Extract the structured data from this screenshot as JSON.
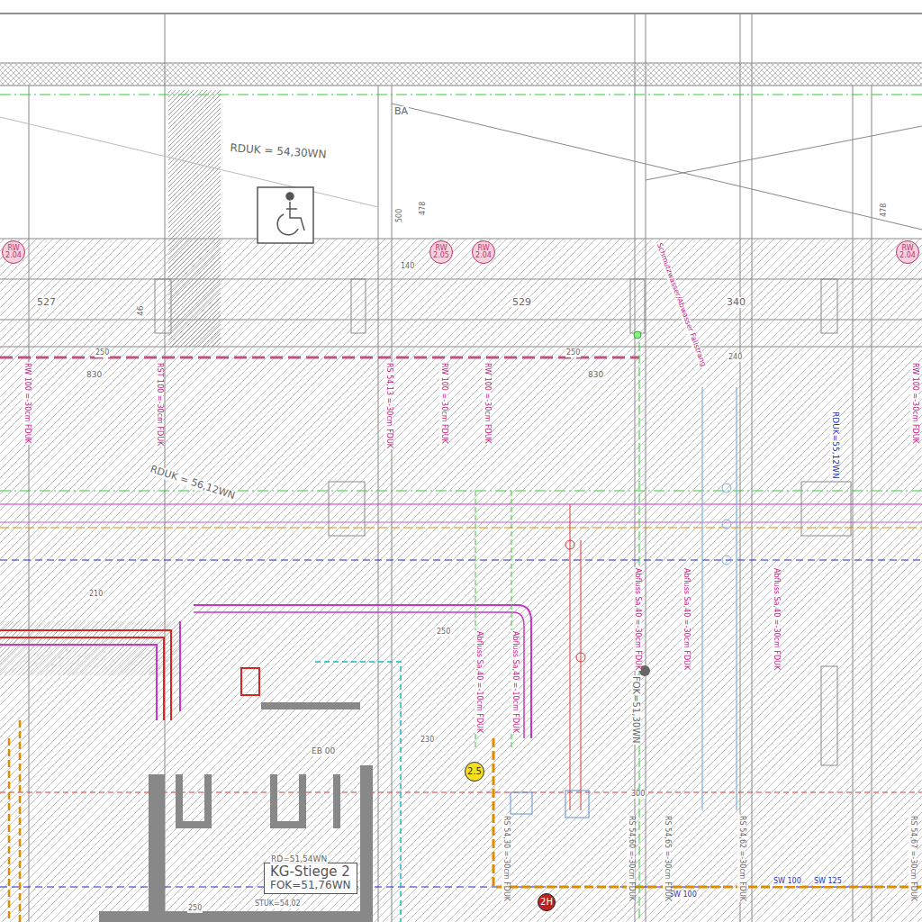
{
  "diagram": {
    "nodes": [
      {
        "text": [
          "RW 2.04"
        ]
      },
      {
        "text": [
          "RW 2.05"
        ]
      },
      {
        "text": [
          "RW 2.04"
        ]
      },
      {
        "text": [
          "RW 2.04"
        ]
      },
      {
        "text": [
          "2.5"
        ]
      },
      {
        "text": [
          "2H"
        ]
      },
      {
        "text": [
          "KG-Stiege 2",
          "FOK=51,76WN"
        ]
      }
    ],
    "labels": [
      "RDUK = 54,30WN",
      "RDUK = 56,12WN",
      "BA",
      "527",
      "529",
      "340",
      "46",
      "830",
      "830",
      "250",
      "250",
      "478",
      "500",
      "478",
      "210",
      "250",
      "RW 100 =-30cm FDUK",
      "RST 100 =-30cm FDUK",
      "RS 54,13 =-30cm FDUK",
      "RW 100 =-30cm FDUK",
      "RW 100 =-30cm FDUK",
      "RW 100 =-30cm FDUK",
      "SW 100",
      "SW 100",
      "SW 125",
      "RD=51,54WN",
      "STUK=54,02",
      "Abfluss Sa,40 =-10cm FDUK",
      "Abfluss Sa,40 =-10cm FDUK",
      "Abfluss Sa,40 =-30cm FDUK",
      "Abfluss Sa,40 =-30cm FDUK",
      "Abfluss Sa,40 =-30cm FDUK",
      "RS 54,30 =-30cm FDUK",
      "RS 54,60 =-30cm FDUK",
      "RS 54,65 =-30cm FDUK",
      "RS 54,62 =-30cm FDUK",
      "RS 54,67 =-30cm FDUK",
      "Schmutzwasser/Abwasser Fallstrang",
      "FOK=51,30WN",
      "EB 00",
      "140",
      "240",
      "230",
      "250",
      "300",
      "RDUK=55,12WN"
    ]
  }
}
